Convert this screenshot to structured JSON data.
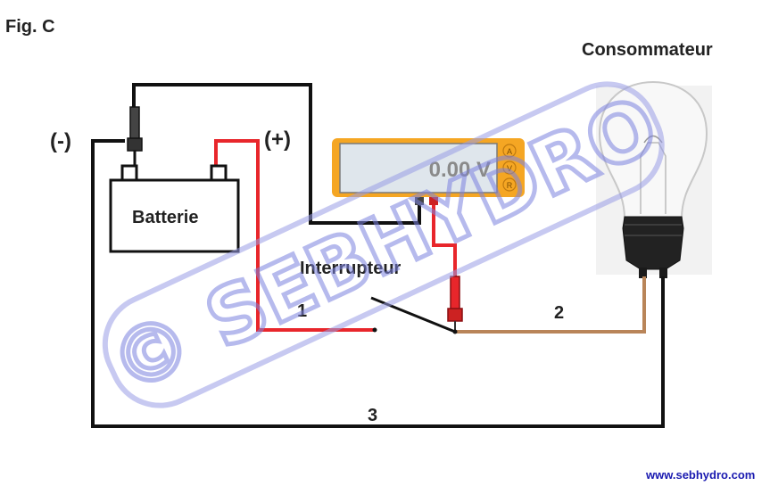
{
  "figure": {
    "title": "Fig. C",
    "website": "www.sebhydro.com"
  },
  "labels": {
    "negative": "(-)",
    "positive": "(+)",
    "battery": "Batterie",
    "switch": "Interrupteur",
    "load": "Consommateur",
    "wire_1": "1",
    "wire_2": "2",
    "wire_3": "3"
  },
  "multimeter": {
    "display_value": "0.00 V",
    "mode_buttons": [
      "A",
      "V",
      "R"
    ]
  },
  "watermark": {
    "text": "© SEBHYDRO"
  },
  "colors": {
    "wire_black": "#111111",
    "wire_red": "#e8262b",
    "wire_brown": "#b98559",
    "meter_body": "#f5a623",
    "meter_screen": "#dfe6ec",
    "watermark": "#9a9ee6",
    "website": "#1a1ab0"
  }
}
